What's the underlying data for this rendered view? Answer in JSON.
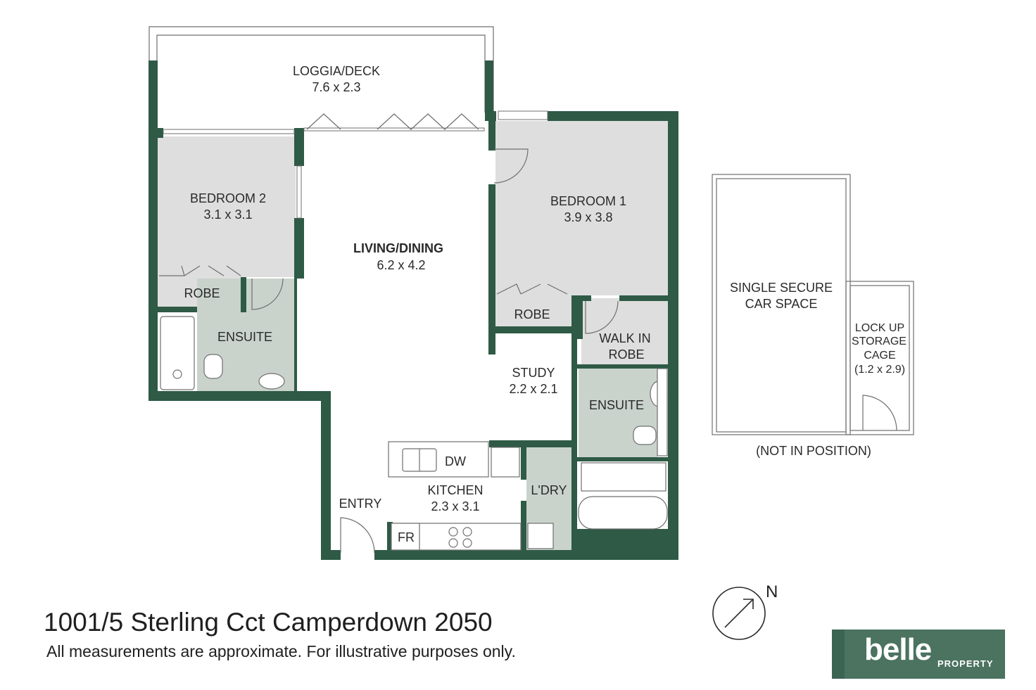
{
  "rooms": {
    "loggia": {
      "name": "LOGGIA/DECK",
      "size": "7.6 x 2.3"
    },
    "bedroom2": {
      "name": "BEDROOM 2",
      "size": "3.1 x 3.1"
    },
    "living": {
      "name": "LIVING/DINING",
      "size": "6.2 x 4.2"
    },
    "bedroom1": {
      "name": "BEDROOM 1",
      "size": "3.9 x 3.8"
    },
    "robe2": {
      "name": "ROBE"
    },
    "ensuite2": {
      "name": "ENSUITE"
    },
    "robe1": {
      "name": "ROBE"
    },
    "walkin": {
      "line1": "WALK IN",
      "line2": "ROBE"
    },
    "study": {
      "name": "STUDY",
      "size": "2.2 x 2.1"
    },
    "ensuite1": {
      "name": "ENSUITE"
    },
    "kitchen": {
      "name": "KITCHEN",
      "size": "2.3 x 3.1"
    },
    "laundry": {
      "name": "L'DRY"
    },
    "entry": {
      "name": "ENTRY"
    },
    "dw": {
      "name": "DW"
    },
    "fr": {
      "name": "FR"
    }
  },
  "parking": {
    "car_line1": "SINGLE SECURE",
    "car_line2": "CAR SPACE",
    "storage_line1": "LOCK UP",
    "storage_line2": "STORAGE",
    "storage_line3": "CAGE",
    "storage_size": "(1.2 x 2.9)",
    "note": "(NOT IN POSITION)"
  },
  "compass": {
    "label": "N"
  },
  "footer": {
    "address": "1001/5 Sterling Cct Camperdown 2050",
    "disclaimer": "All measurements are approximate. For illustrative purposes only."
  },
  "brand": {
    "name": "belle",
    "sub": "PROPERTY",
    "color": "#4b7360",
    "wall_color": "#2e5a46"
  }
}
